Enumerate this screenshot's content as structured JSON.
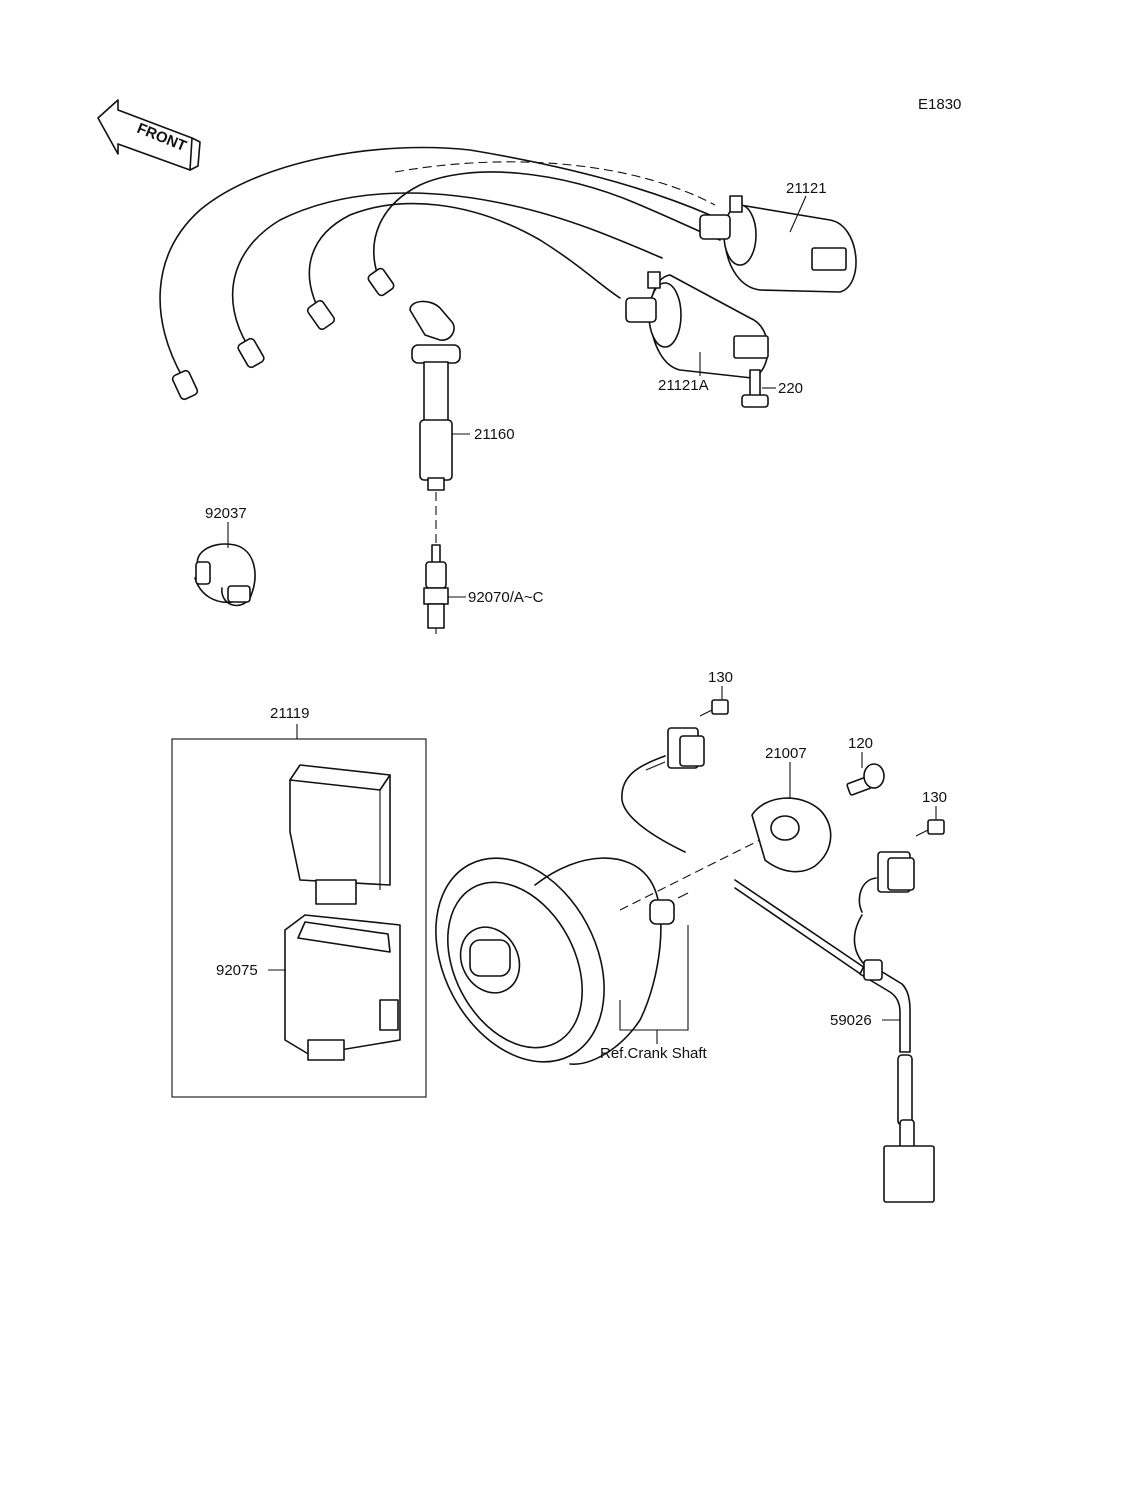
{
  "diagram": {
    "code": "E1830",
    "front_label": "FRONT",
    "callouts": {
      "coil_top": "21121",
      "coil_bottom": "21121A",
      "bolt_coil": "220",
      "plug_cap": "21160",
      "clamp": "92037",
      "spark_plug": "92070/A~C",
      "igniter_assy": "21119",
      "igniter_case": "92075",
      "pickup_top_bolt": "130",
      "rotor_bolt": "120",
      "rotor": "21007",
      "pickup_right_bolt": "130",
      "harness": "59026",
      "ref_crank": "Ref.Crank Shaft"
    }
  }
}
